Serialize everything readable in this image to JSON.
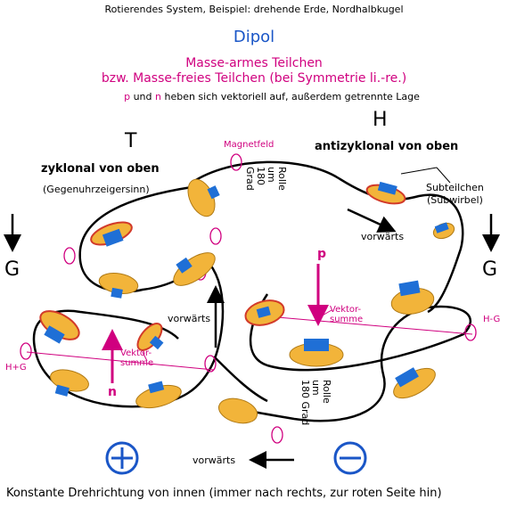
{
  "header": {
    "subtitle": "Rotierendes System, Beispiel: drehende Erde, Nordhalbkugel",
    "title": "Dipol",
    "line1": "Masse-armes Teilchen",
    "line2": "bzw. Masse-freies Teilchen (bei Symmetrie li.-re.)",
    "note_p": "p",
    "note_mid": " und ",
    "note_n": "n",
    "note_rest": " heben sich vektoriell auf, außerdem getrennte Lage"
  },
  "left": {
    "letter": "T",
    "heading": "zyklonal von oben",
    "sub": "(Gegenuhrzeigersinn)",
    "g_label": "G",
    "hg_label": "H+G",
    "vec_line1": "Vektor-",
    "vec_line2": "summe",
    "n_label": "n",
    "forward": "vorwärts"
  },
  "right": {
    "letter": "H",
    "heading": "antizyklonal von oben",
    "sub_line1": "Subteilchen",
    "sub_line2": "(Subwirbel)",
    "g_label": "G",
    "hg_label": "H-G",
    "vec_line1": "Vektor-",
    "vec_line2": "summe",
    "p_label": "p",
    "forward": "vorwärts"
  },
  "center": {
    "magnetfeld": "Magnetfeld",
    "rolle_top": [
      "Rolle",
      "um",
      "180",
      "Grad"
    ],
    "rolle_bottom": [
      "Rolle",
      "um",
      "180 Grad"
    ],
    "forward_bottom": "vorwärts"
  },
  "symbols": {
    "plus": "+",
    "minus": "−"
  },
  "footer": "Konstante Drehrichtung von innen (immer nach rechts, zur roten Seite hin)",
  "colors": {
    "magenta": "#d0007f",
    "blue_text": "#1a56c7",
    "toy_yellow": "#f2b43a",
    "toy_blue": "#1f6fd6",
    "toy_red": "#d23a2a"
  }
}
